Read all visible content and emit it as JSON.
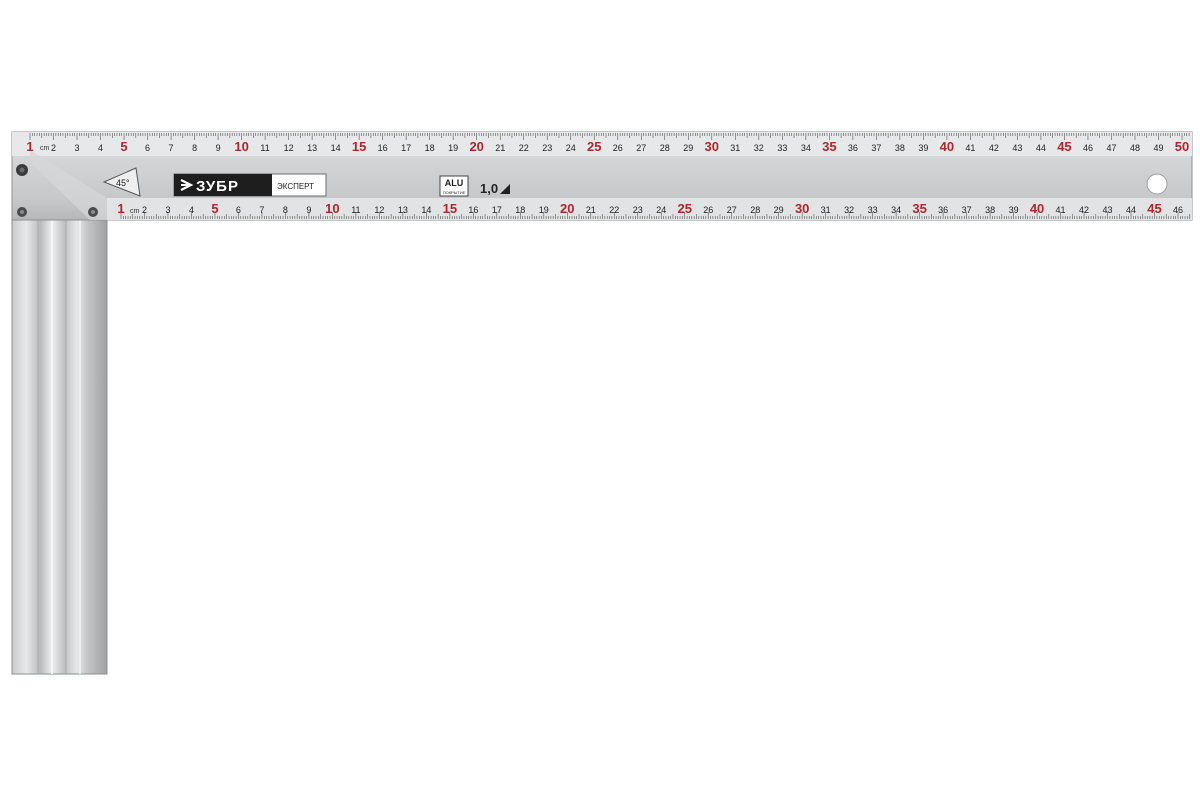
{
  "brand": {
    "logo_text": "ЗУБР",
    "line_text": "ЭКСПЕРТ"
  },
  "angle_label": "45°",
  "material_badge": {
    "top": "ALU",
    "bottom": "ПОКРЫТИЕ"
  },
  "thickness_label": "1,0",
  "unit_label": "cm",
  "top_scale": {
    "from": 1,
    "to": 50
  },
  "bottom_scale": {
    "from": 1,
    "to": 46
  },
  "colors": {
    "metal_light": "#e4e5e6",
    "metal_mid": "#c7c9cb",
    "metal_dark": "#9a9c9e",
    "number_black": "#222222",
    "number_red": "#b0262a",
    "logo_bg": "#1e1e1e"
  }
}
